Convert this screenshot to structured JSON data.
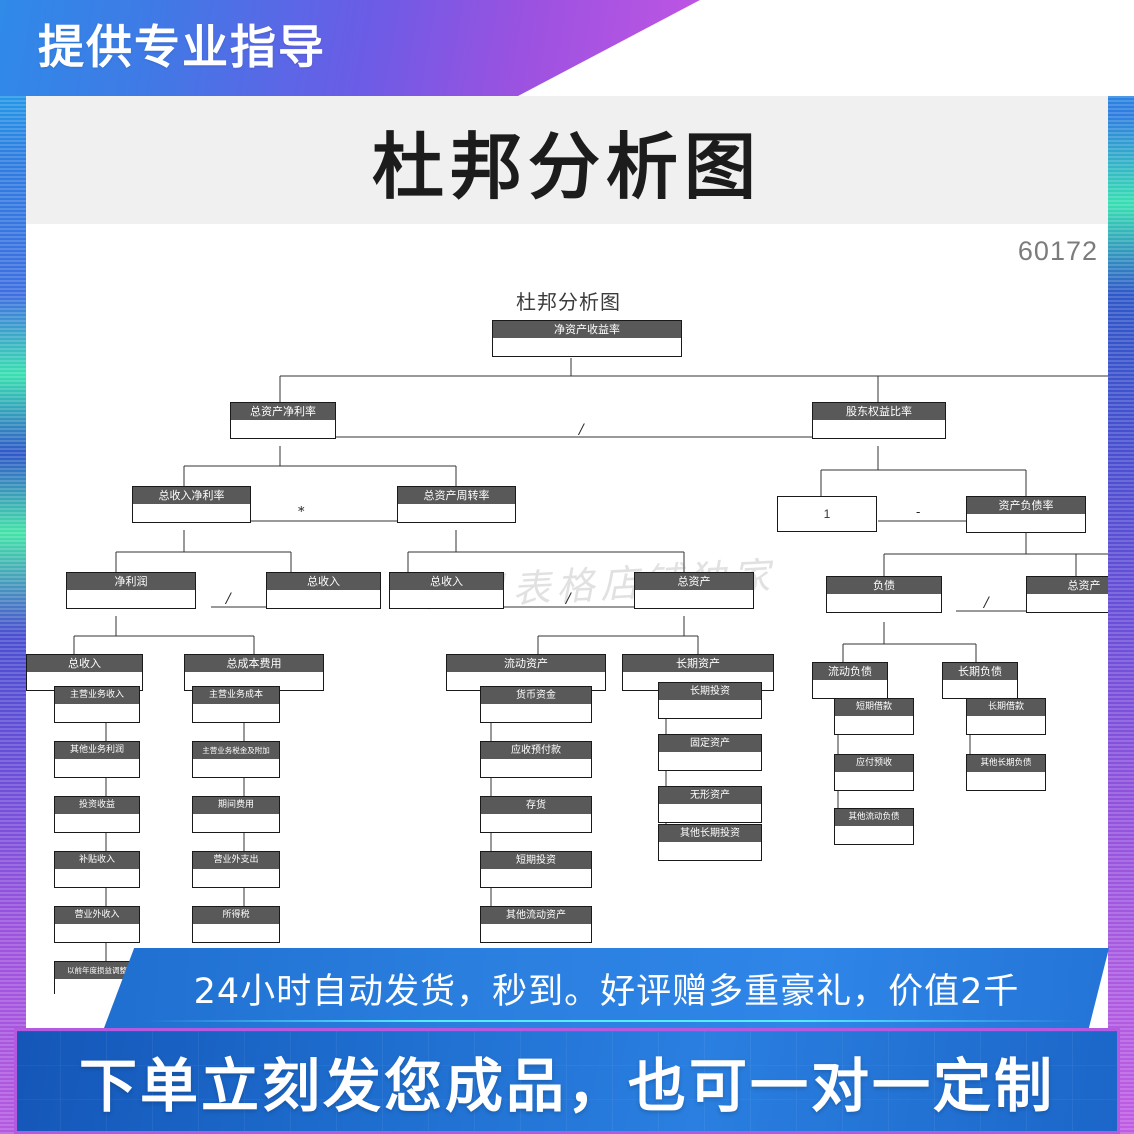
{
  "banner": {
    "top_text": "提供专业指导",
    "title": "杜邦分析图",
    "sku": "60172"
  },
  "promo": {
    "line1": "24小时自动发货，秒到。好评赠多重豪礼，价值2千",
    "line2": "下单立刻发您成品，也可一对一定制"
  },
  "diagram": {
    "title": "杜邦分析图",
    "watermark": "六月表格店铺独家",
    "operators": {
      "div1": "/",
      "mul1": "*",
      "div2": "/",
      "div3": "/",
      "div4": "/",
      "minus1": "-",
      "one": "1"
    },
    "nodes": {
      "roe": "净资产收益率",
      "roa": "总资产净利率",
      "equity_ratio": "股东权益比率",
      "revenue_net_margin": "总收入净利率",
      "asset_turnover": "总资产周转率",
      "debt_ratio": "资产负债率",
      "net_profit": "净利润",
      "total_revenue_a": "总收入",
      "total_revenue_b": "总收入",
      "total_assets_a": "总资产",
      "liabilities": "负债",
      "total_assets_b": "总资产",
      "total_revenue_c": "总收入",
      "total_cost": "总成本费用",
      "current_assets": "流动资产",
      "long_term_assets": "长期资产",
      "current_liabilities": "流动负债",
      "long_term_liabilities": "长期负债"
    },
    "leaves": {
      "revenue": [
        "主营业务收入",
        "其他业务利润",
        "投资收益",
        "补贴收入",
        "营业外收入",
        "以前年度损益调整"
      ],
      "cost": [
        "主营业务成本",
        "主营业务税金及附加",
        "期间费用",
        "营业外支出",
        "所得税"
      ],
      "current_assets": [
        "货币资金",
        "应收预付款",
        "存货",
        "短期投资",
        "其他流动资产"
      ],
      "long_term_assets": [
        "长期投资",
        "固定资产",
        "无形资产",
        "其他长期投资"
      ],
      "current_liabilities": [
        "短期借款",
        "应付预收",
        "其他流动负债"
      ],
      "long_term_liabilities": [
        "长期借款",
        "其他长期负债"
      ]
    }
  },
  "colors": {
    "node_header": "#595959",
    "node_border": "#1a1a1a",
    "accent_blue": "#2a7ede",
    "accent_purple": "#b45ae0"
  }
}
